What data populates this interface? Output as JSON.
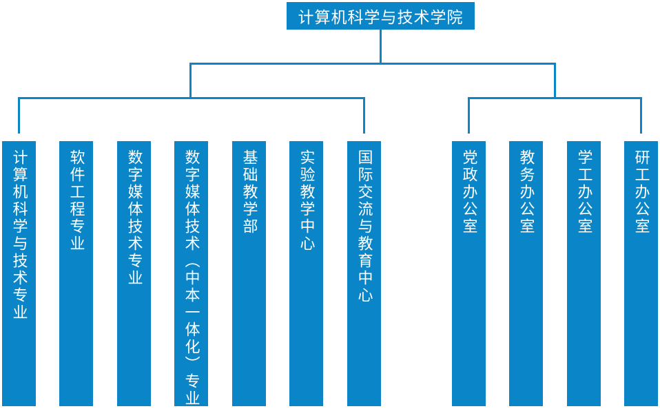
{
  "org": {
    "root": "计算机科学与技术学院",
    "left_units": [
      "计算机科学与技术专业",
      "软件工程专业",
      "数字媒体技术专业",
      "数字媒体技术（中本一体化）专业",
      "基础教学部",
      "实验教学中心",
      "国际交流与教育中心"
    ],
    "right_units": [
      "党政办公室",
      "教务办公室",
      "学工办公室",
      "研工办公室"
    ]
  },
  "colors": {
    "primary_blue": "#0a86c8",
    "text_white": "#ffffff",
    "background": "#ffffff"
  }
}
